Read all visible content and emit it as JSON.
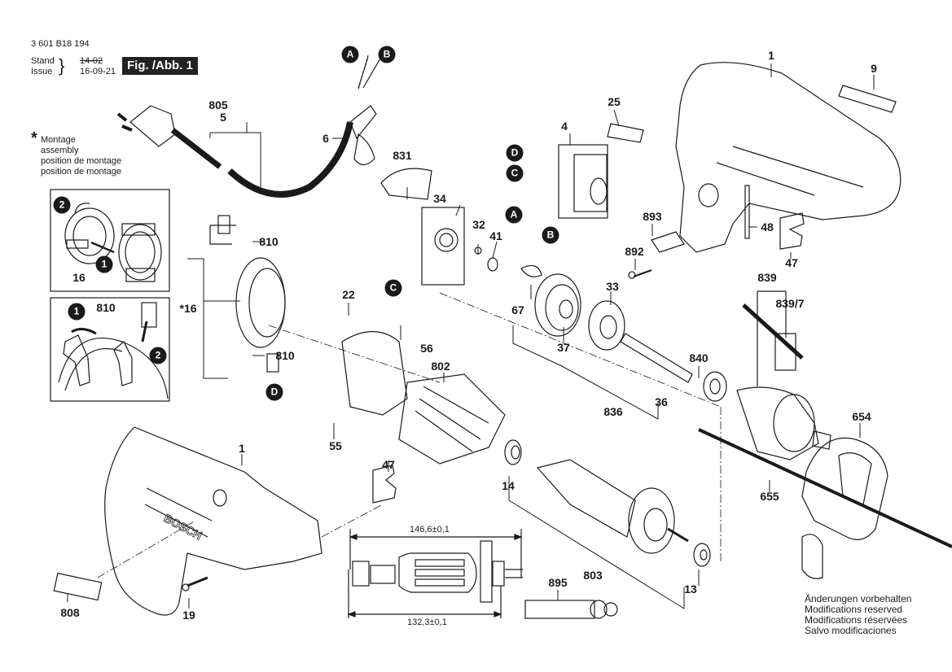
{
  "header": {
    "part_number": "3 601 B18 194",
    "stand_label": "Stand",
    "issue_label": "Issue",
    "stand_value": "14-02",
    "issue_value": "16-09-21",
    "figure_label": "Fig. /Abb. 1"
  },
  "assembly_note": {
    "symbol": "*",
    "lines": [
      "Montage",
      "assembly",
      "position de montage",
      "position de montage"
    ]
  },
  "modifications_note": {
    "lines": [
      "Änderungen vorbehalten",
      "Modifications reserved",
      "Modifications réservées",
      "Salvo modificaciones"
    ]
  },
  "dimensions": {
    "overall_length": "146,6±0,1",
    "inner_length": "132,3±0,1"
  },
  "connectors": [
    "A",
    "B",
    "C",
    "D"
  ],
  "inset_steps": [
    "1",
    "2"
  ],
  "parts": [
    {
      "id": "1",
      "name": "housing-half-right"
    },
    {
      "id": "9",
      "name": "nameplate"
    },
    {
      "id": "25",
      "name": "switch-slider"
    },
    {
      "id": "4",
      "name": "switch"
    },
    {
      "id": "805",
      "name": "power-cord-assembly"
    },
    {
      "id": "5",
      "name": "power-cord"
    },
    {
      "id": "6",
      "name": "cord-sleeve"
    },
    {
      "id": "831",
      "name": "cover"
    },
    {
      "id": "34",
      "name": "electronic-module"
    },
    {
      "id": "32",
      "name": "ball"
    },
    {
      "id": "41",
      "name": "spring"
    },
    {
      "id": "893",
      "name": "lever"
    },
    {
      "id": "892",
      "name": "tapping-screw"
    },
    {
      "id": "48",
      "name": "strip"
    },
    {
      "id": "47",
      "name": "pad"
    },
    {
      "id": "810",
      "name": "carbon-brush"
    },
    {
      "id": "16",
      "name": "brush-holder",
      "assembly": true
    },
    {
      "id": "22",
      "name": "screw"
    },
    {
      "id": "56",
      "name": "connector-wire"
    },
    {
      "id": "67",
      "name": "retaining-clip"
    },
    {
      "id": "33",
      "name": "ball-bearing"
    },
    {
      "id": "37",
      "name": "gear"
    },
    {
      "id": "839",
      "name": "keyed-chuck-set"
    },
    {
      "id": "839/7",
      "name": "chuck-key"
    },
    {
      "id": "840",
      "name": "washer"
    },
    {
      "id": "836",
      "name": "spindle-assembly"
    },
    {
      "id": "36",
      "name": "drill-spindle"
    },
    {
      "id": "802",
      "name": "field"
    },
    {
      "id": "55",
      "name": "connector-wire"
    },
    {
      "id": "14",
      "name": "ball-bearing"
    },
    {
      "id": "803",
      "name": "armature"
    },
    {
      "id": "13",
      "name": "ball-bearing"
    },
    {
      "id": "895",
      "name": "grease-tube"
    },
    {
      "id": "654",
      "name": "auxiliary-handle"
    },
    {
      "id": "655",
      "name": "depth-stop"
    },
    {
      "id": "808",
      "name": "label"
    },
    {
      "id": "19",
      "name": "tapping-screw"
    }
  ],
  "brand_text": "BOSCH"
}
